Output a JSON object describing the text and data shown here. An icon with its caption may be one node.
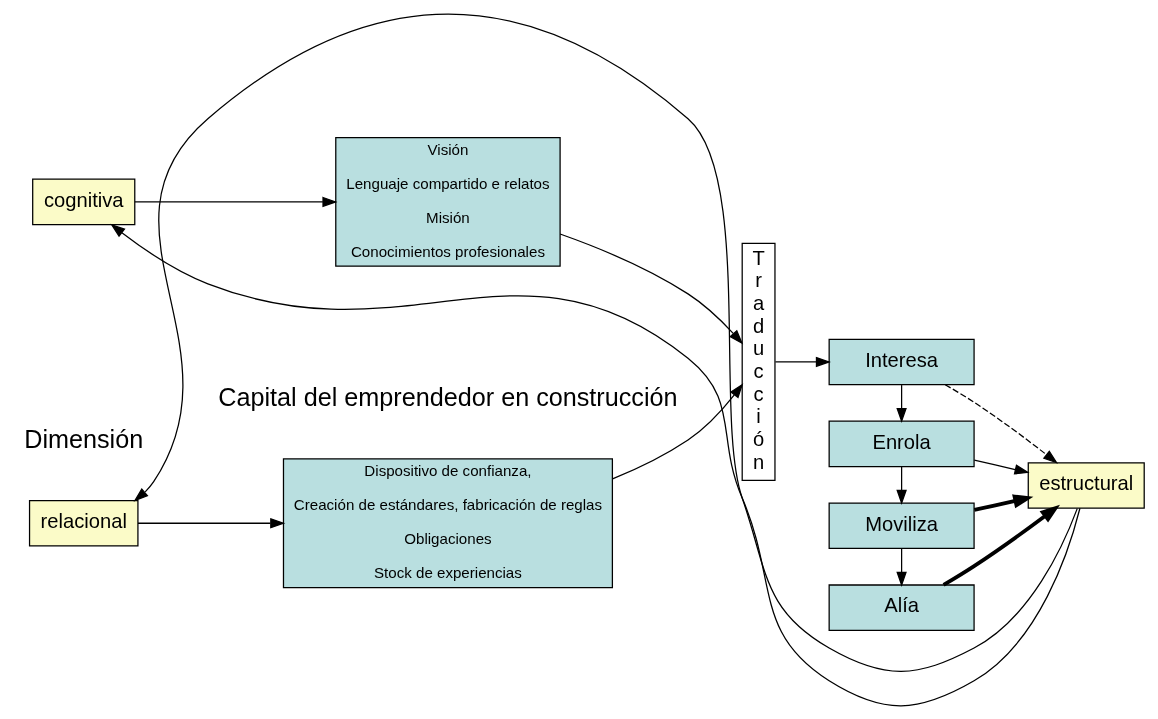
{
  "diagram": {
    "nodes": [
      {
        "text": [
          "relacional"
        ]
      },
      {
        "text": [
          "cognitiva"
        ]
      },
      {
        "text": [
          "Dispositivo de confianza,",
          "Creación de estándares, fabricación de reglas",
          "Obligaciones",
          "Stock de experiencias"
        ]
      },
      {
        "text": [
          "Visión",
          "Lenguaje compartido e relatos",
          "Misión",
          "Conocimientos profesionales"
        ]
      },
      {
        "text": [
          "Traducción"
        ]
      },
      {
        "text": [
          "Interesa"
        ]
      },
      {
        "text": [
          "Enrola"
        ]
      },
      {
        "text": [
          "Moviliza"
        ]
      },
      {
        "text": [
          "Alía"
        ]
      },
      {
        "text": [
          "estructural"
        ]
      }
    ],
    "edges": [
      {
        "from": 0,
        "to": 2,
        "arrow": "to"
      },
      {
        "from": 1,
        "to": 3,
        "arrow": "to"
      },
      {
        "from": 2,
        "to": 4,
        "arrow": "to"
      },
      {
        "from": 3,
        "to": 4,
        "arrow": "to"
      },
      {
        "from": 4,
        "to": 5,
        "arrow": "to"
      },
      {
        "from": 5,
        "to": 6,
        "arrow": "to"
      },
      {
        "from": 6,
        "to": 7,
        "arrow": "to"
      },
      {
        "from": 7,
        "to": 8,
        "arrow": "to"
      },
      {
        "from": 5,
        "to": 9,
        "arrow": "to",
        "style": "dashed"
      },
      {
        "from": 6,
        "to": 9,
        "arrow": "to"
      },
      {
        "from": 7,
        "to": 9,
        "arrow": "to",
        "style": "thick"
      },
      {
        "from": 8,
        "to": 9,
        "arrow": "to",
        "style": "thick"
      },
      {
        "from": 9,
        "to": 0,
        "arrow": "to"
      },
      {
        "from": 9,
        "to": 1,
        "arrow": "to"
      }
    ],
    "labels": [
      "Capital del emprendedor en construcción",
      "Dimensión"
    ]
  }
}
